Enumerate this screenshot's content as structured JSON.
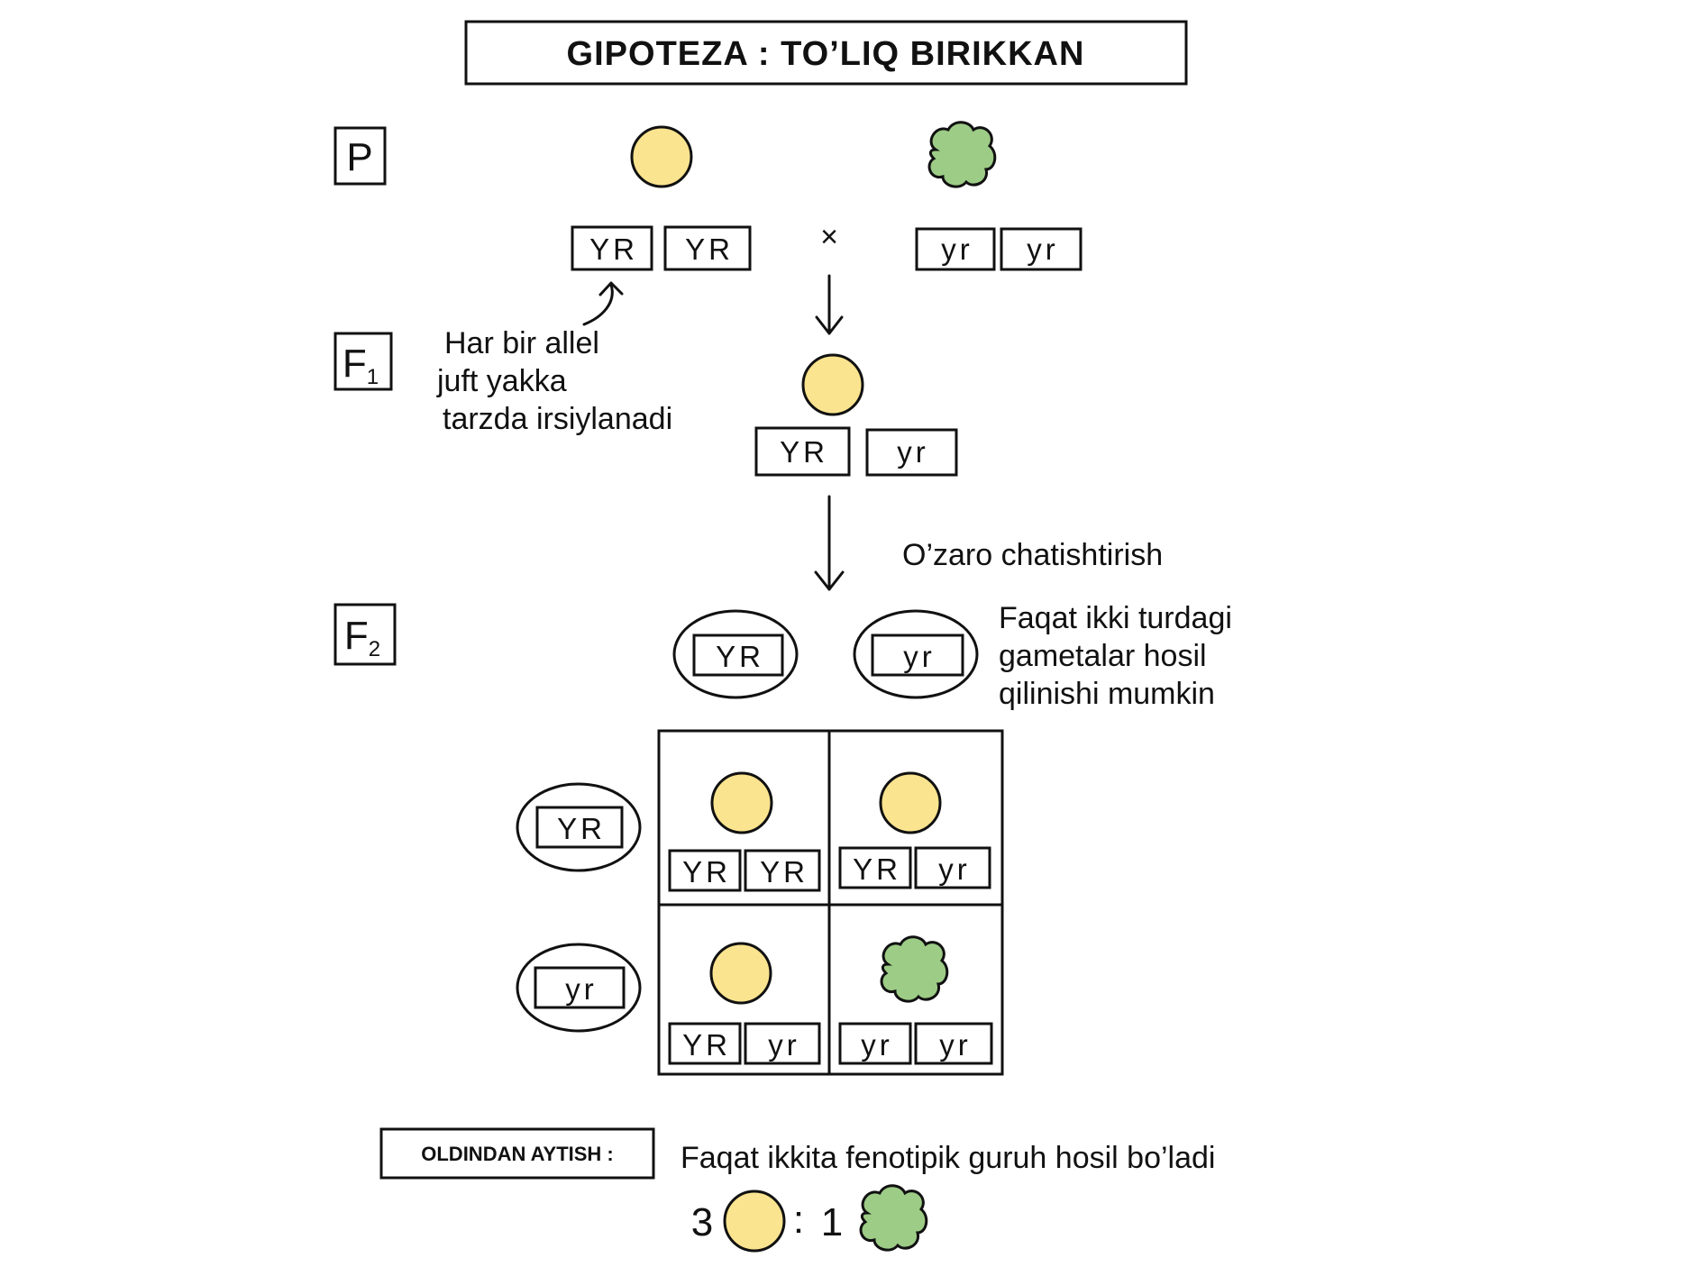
{
  "title": "GIPOTEZA : TO’LIQ BIRIKKAN",
  "colors": {
    "ink": "#111111",
    "yellow_pea": "#fbe48f",
    "green_pea": "#9dcc86",
    "background": "#ffffff"
  },
  "generations": {
    "p": {
      "label": "P"
    },
    "f1": {
      "label": "F",
      "sub": "1"
    },
    "f2": {
      "label": "F",
      "sub": "2"
    }
  },
  "parents": {
    "cross_symbol": "×",
    "parent_1": {
      "icon": "yellow-round-pea-icon",
      "alleles": [
        "YR",
        "YR"
      ]
    },
    "parent_2": {
      "icon": "green-wrinkled-pea-icon",
      "alleles": [
        "yr",
        "yr"
      ]
    }
  },
  "allele_note": [
    "Har bir allel",
    "juft yakka",
    "tarzda irsiylanadi"
  ],
  "f1": {
    "icon": "yellow-round-pea-icon",
    "alleles": [
      "YR",
      "yr"
    ]
  },
  "cross_label": "O’zaro chatishtirish",
  "gamete_note": [
    "Faqat ikki turdagi",
    "gametalar hosil",
    "qilinishi mumkin"
  ],
  "punnett": {
    "top_gametes": [
      "YR",
      "yr"
    ],
    "left_gametes": [
      "YR",
      "yr"
    ],
    "cells": [
      [
        {
          "icon": "yellow-round-pea-icon",
          "alleles": [
            "YR",
            "YR"
          ]
        },
        {
          "icon": "yellow-round-pea-icon",
          "alleles": [
            "YR",
            "yr"
          ]
        }
      ],
      [
        {
          "icon": "yellow-round-pea-icon",
          "alleles": [
            "YR",
            "yr"
          ]
        },
        {
          "icon": "green-wrinkled-pea-icon",
          "alleles": [
            "yr",
            "yr"
          ]
        }
      ]
    ]
  },
  "prediction": {
    "label": "OLDINDAN AYTISH :",
    "text": "Faqat ikkita fenotipik guruh hosil bo’ladi",
    "ratio": {
      "yellow_count": "3",
      "separator": ":",
      "green_count": "1"
    }
  }
}
